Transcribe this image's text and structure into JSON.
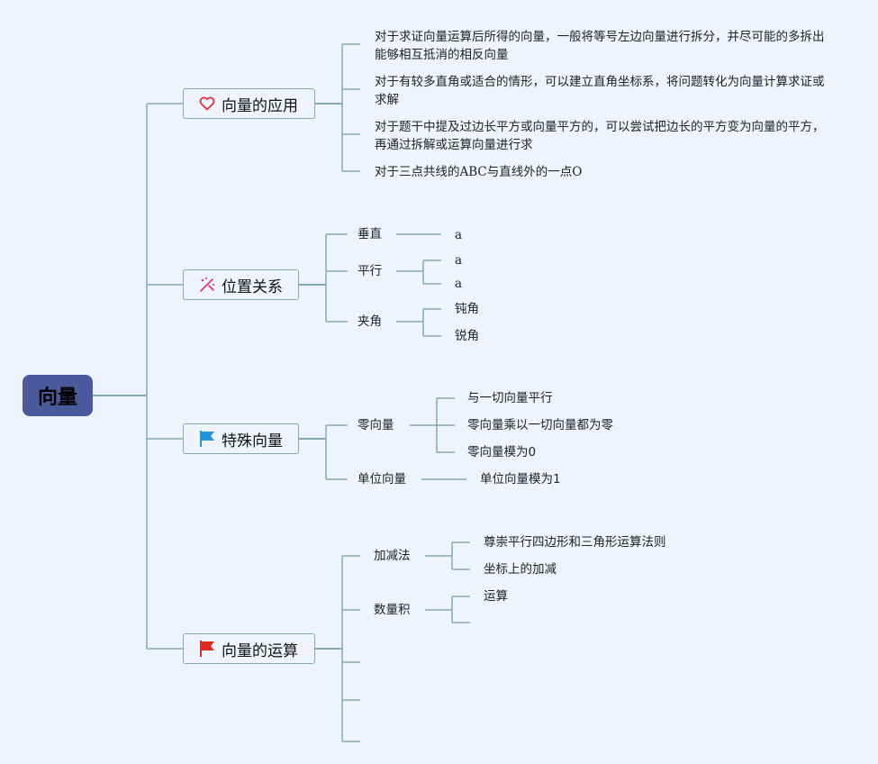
{
  "root": {
    "label": "向量"
  },
  "branches": {
    "application": {
      "label": "向量的应用",
      "icon": "heart-icon",
      "items": [
        "对于求证向量运算后所得的向量，一般将等号左边向量进行拆分，并尽可能的多拆出能够相互抵消的相反向量",
        "对于有较多直角或适合的情形，可以建立直角坐标系，将问题转化为向量计算求证或求解",
        "对于题干中提及过边长平方或向量平方的，可以尝试把边长的平方变为向量的平方，再通过拆解或运算向量进行求",
        "对于三点共线的ABC与直线外的一点O"
      ]
    },
    "position": {
      "label": "位置关系",
      "icon": "sparkle-icon",
      "perpendicular": {
        "label": "垂直",
        "children": [
          "a"
        ]
      },
      "parallel": {
        "label": "平行",
        "children": [
          "a",
          "a"
        ]
      },
      "angle": {
        "label": "夹角",
        "children": [
          "钝角",
          "锐角"
        ]
      }
    },
    "special": {
      "label": "特殊向量",
      "icon": "blue-flag-icon",
      "zero": {
        "label": "零向量",
        "children": [
          "与一切向量平行",
          "零向量乘以一切向量都为零",
          "零向量模为0"
        ]
      },
      "unit": {
        "label": "单位向量",
        "children": [
          "单位向量模为1"
        ]
      }
    },
    "operations": {
      "label": "向量的运算",
      "icon": "red-flag-icon",
      "add_sub": {
        "label": "加减法",
        "children": [
          "尊崇平行四边形和三角形运算法则",
          "坐标上的加减"
        ]
      },
      "dot": {
        "label": "数量积",
        "children": [
          "运算"
        ]
      }
    }
  },
  "colors": {
    "line": "#86a9b0",
    "root_bg": "#4a5a9c",
    "background": "#eef3fd",
    "heart": "#e0303c",
    "blue_flag": "#1e96d8",
    "red_flag": "#e02a1e"
  }
}
